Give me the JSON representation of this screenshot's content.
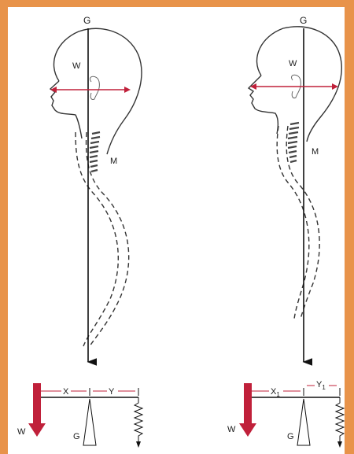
{
  "frame_color": "#e8934a",
  "arrow_color": "#c0203a",
  "figures": [
    {
      "labels": {
        "gravity_top": "G",
        "weight": "W",
        "muscle": "M"
      },
      "lever": {
        "weight": "W",
        "fulcrum": "G",
        "arm_left": "X",
        "arm_right": "Y"
      }
    },
    {
      "labels": {
        "gravity_top": "G",
        "weight": "W",
        "muscle": "M"
      },
      "lever": {
        "weight": "W",
        "fulcrum": "G",
        "arm_left": "X",
        "arm_left_sub": "1",
        "arm_right": "Y",
        "arm_right_sub": "1"
      }
    }
  ]
}
